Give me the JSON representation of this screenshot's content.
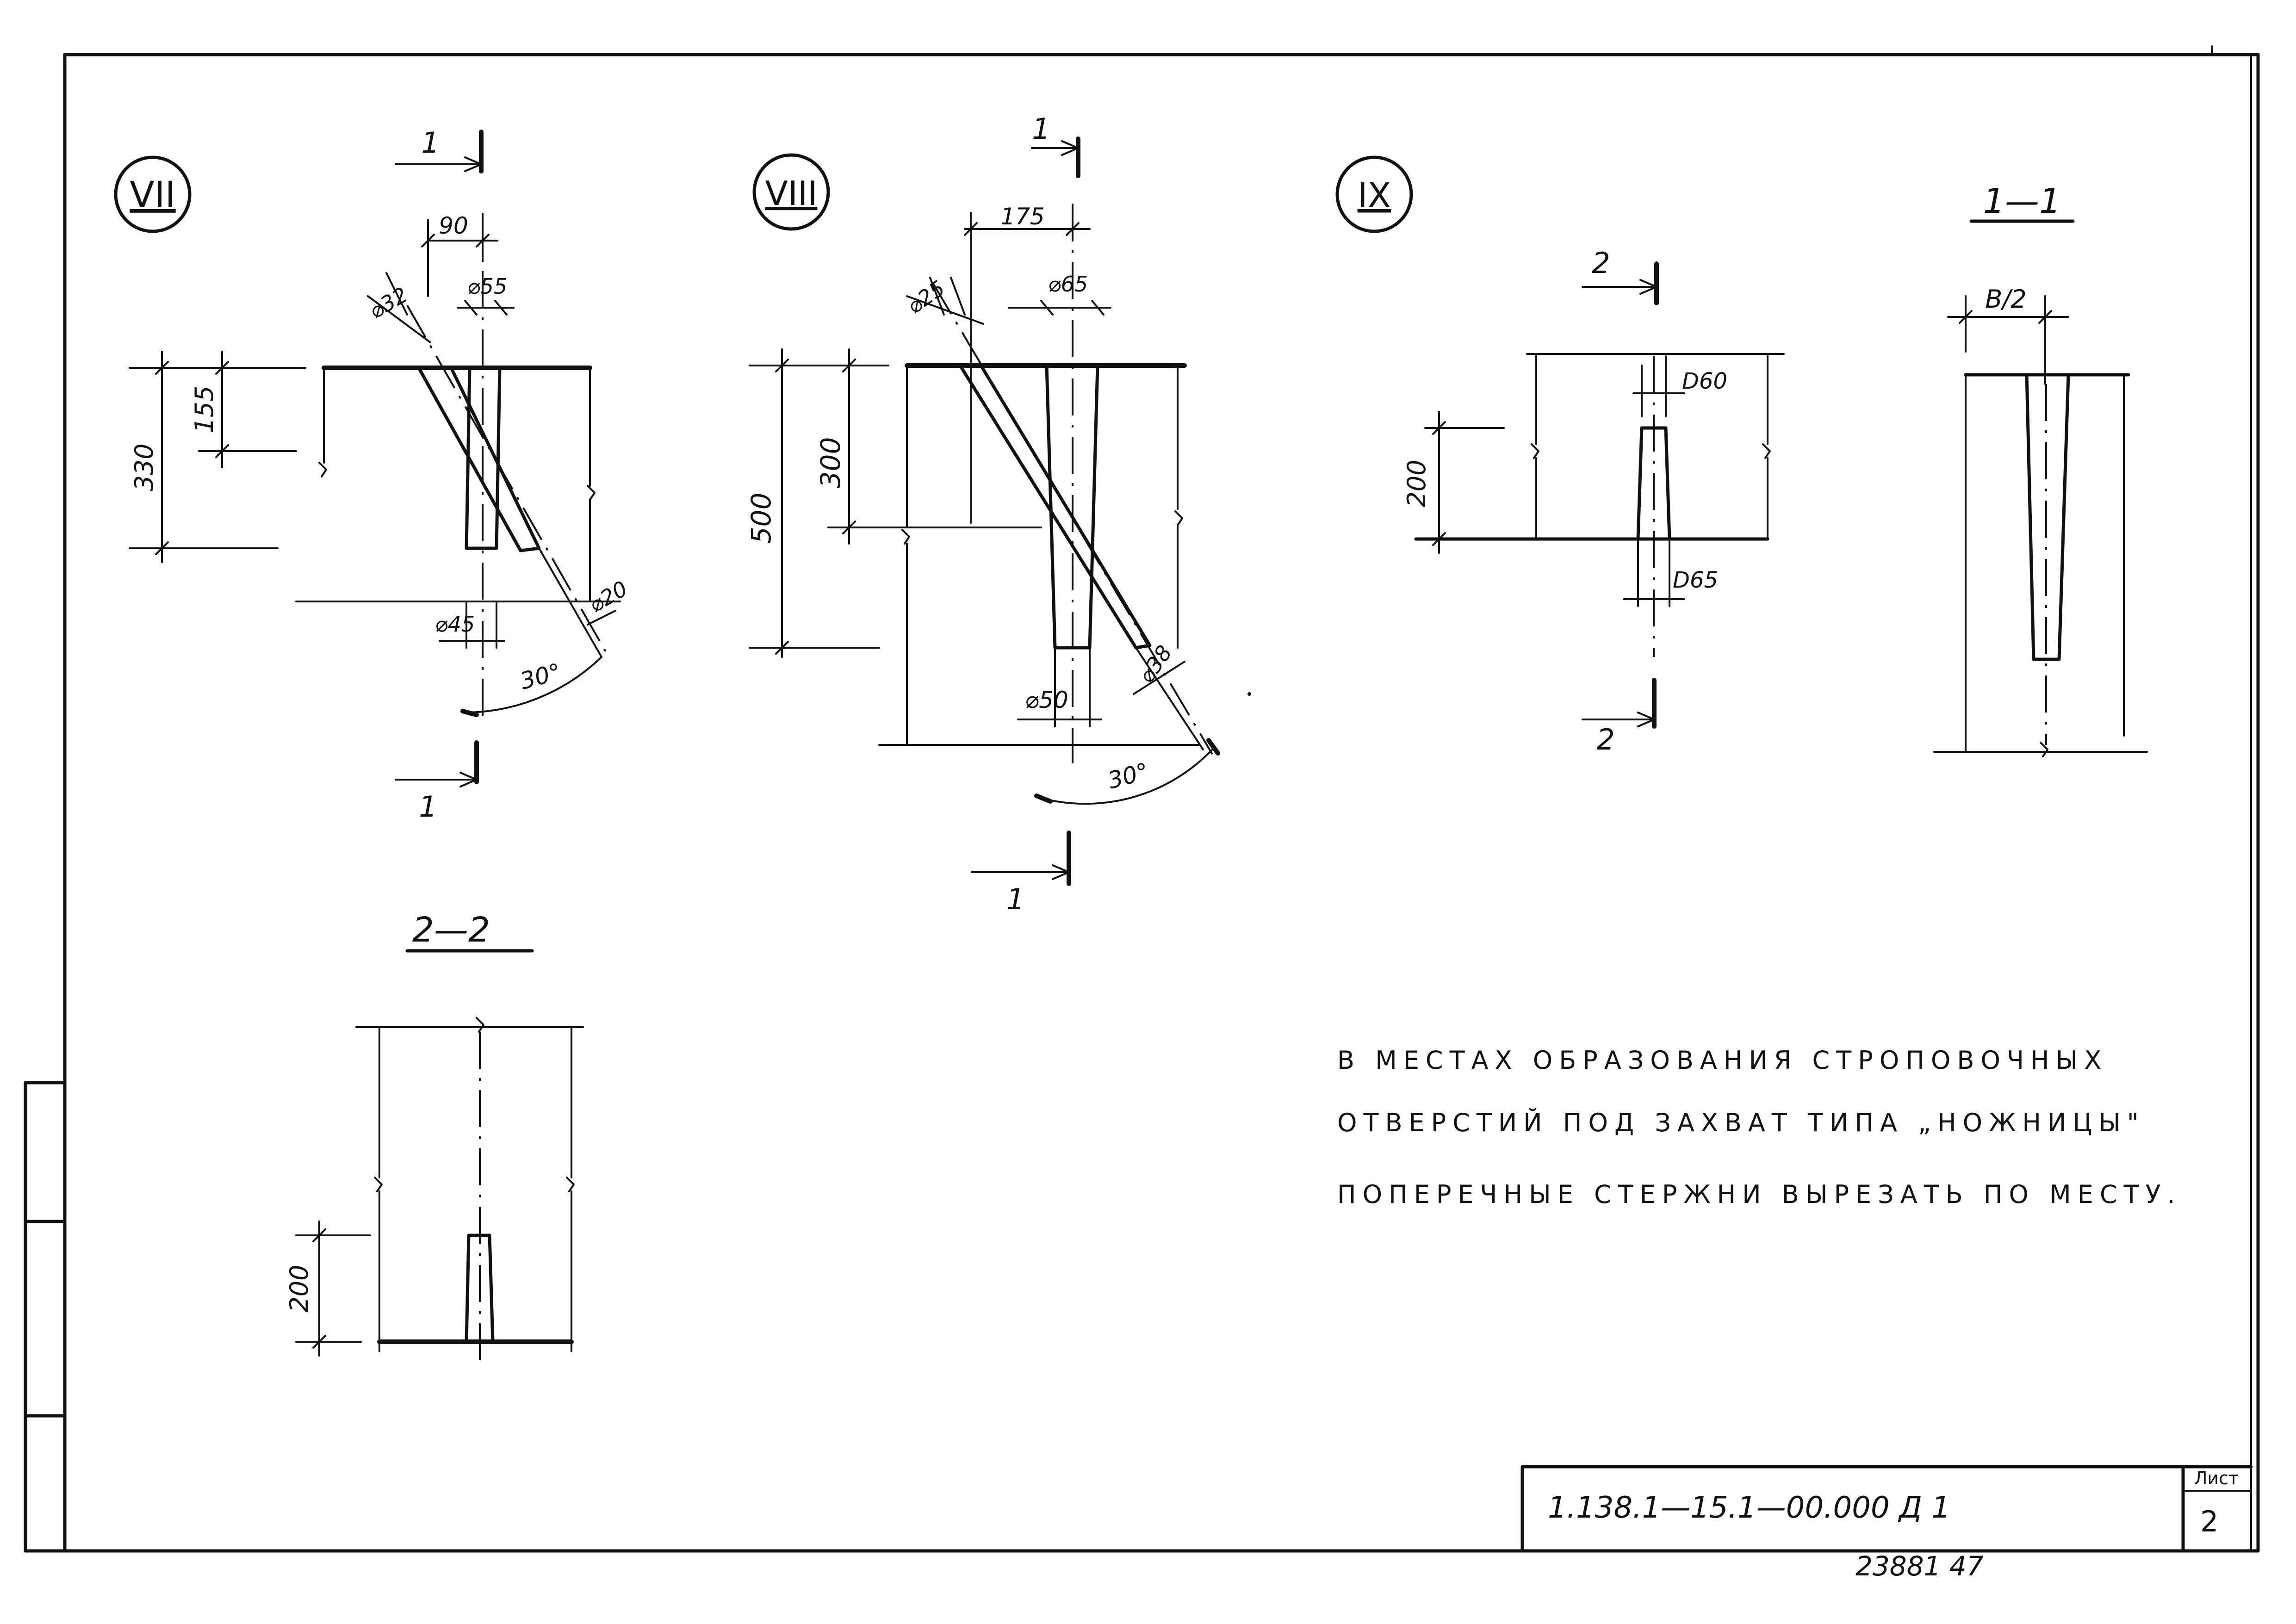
{
  "details": [
    {
      "id": "VII",
      "cut_top": "1",
      "cut_bottom": "1",
      "dims": {
        "offset": "90",
        "dia_inclined": "⌀32",
        "dia_vertical": "⌀55",
        "height_total": "330",
        "height_upper": "155",
        "dia_bottom": "⌀45",
        "dia_inclined_bottom": "⌀20",
        "angle": "30°"
      }
    },
    {
      "id": "VIII",
      "cut_top": "1",
      "cut_bottom": "1",
      "dims": {
        "offset": "175",
        "dia_inclined": "⌀25",
        "dia_vertical": "⌀65",
        "height_total": "500",
        "height_upper": "300",
        "dia_bottom": "⌀50",
        "dia_inclined_bottom": "⌀38",
        "angle": "30°"
      }
    },
    {
      "id": "IX",
      "cut_top": "2",
      "cut_bottom": "2",
      "dims": {
        "dia_top": "D60",
        "dia_bottom": "D65",
        "height": "200"
      }
    }
  ],
  "sections": [
    {
      "id": "1—1",
      "dim": "B/2"
    },
    {
      "id": "2—2",
      "dim": "200"
    }
  ],
  "note": {
    "line1": "В МЕСТАХ ОБРАЗОВАНИЯ СТРОПОВОЧНЫХ",
    "line2": "ОТВЕРСТИЙ ПОД ЗАХВАТ ТИПА „НОЖНИЦЫ\"",
    "line3": "ПОПЕРЕЧНЫЕ СТЕРЖНИ ВЫРЕЗАТЬ ПО МЕСТУ."
  },
  "title_block": {
    "code": "1.138.1—15.1—00.000 Д 1",
    "sheet_label": "Лист",
    "sheet_number": "2",
    "inventory": "23881 47"
  }
}
